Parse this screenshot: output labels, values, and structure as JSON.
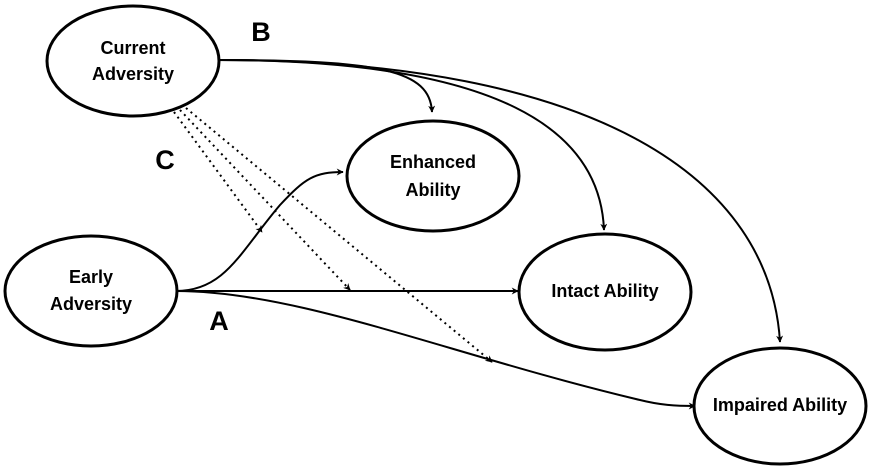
{
  "nodes": {
    "current_adversity": {
      "line1": "Current",
      "line2": "Adversity"
    },
    "early_adversity": {
      "line1": "Early",
      "line2": "Adversity"
    },
    "enhanced_ability": {
      "line1": "Enhanced",
      "line2": "Ability"
    },
    "intact_ability": {
      "label": "Intact Ability"
    },
    "impaired_ability": {
      "label": "Impaired Ability"
    }
  },
  "path_labels": {
    "a": "A",
    "b": "B",
    "c": "C"
  }
}
